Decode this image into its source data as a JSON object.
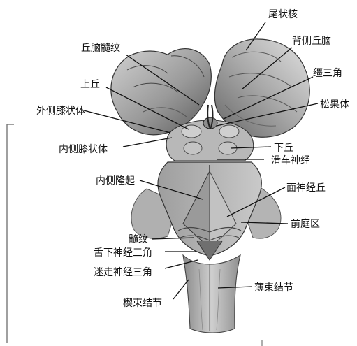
{
  "labels": {
    "caudate_nucleus": "尾状核",
    "dorsal_thalamus": "背侧丘脑",
    "stria_medullaris_thalami": "丘脑髓纹",
    "habenular_trigone": "缰三角",
    "superior_colliculus": "上丘",
    "pineal_body": "松果体",
    "lateral_geniculate_body": "外侧膝状体",
    "medial_geniculate_body": "内侧膝状体",
    "inferior_colliculus": "下丘",
    "trochlear_nerve": "滑车神经",
    "medial_eminence": "内侧隆起",
    "facial_colliculus": "面神经丘",
    "vestibular_area": "前庭区",
    "striae_medullares": "髓纹",
    "hypoglossal_trigone": "舌下神经三角",
    "vagal_trigone": "迷走神经三角",
    "cuneate_tubercle": "楔束结节",
    "gracile_tubercle": "薄束结节"
  }
}
